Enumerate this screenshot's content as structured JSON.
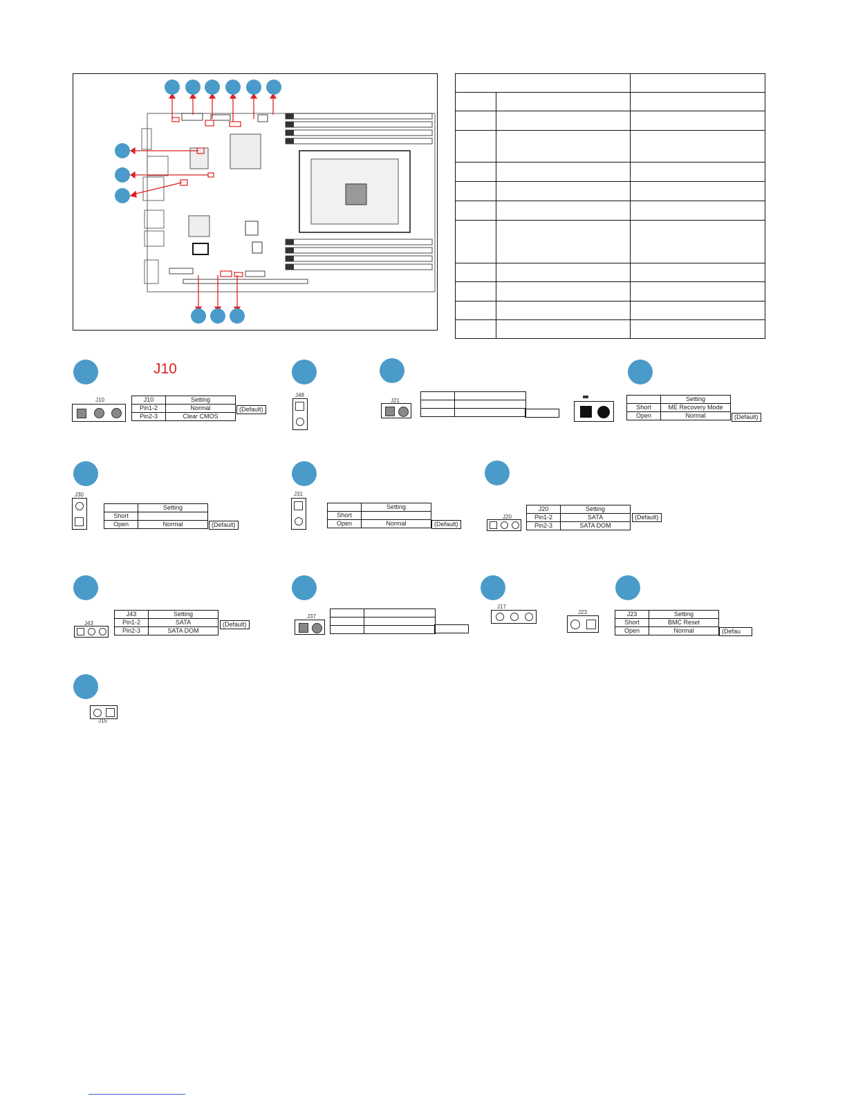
{
  "diagram": {
    "title_j10": "J10",
    "colors": {
      "marker": "#4a9bc9",
      "arrow": "#d22",
      "title": "#d22"
    }
  },
  "j10": {
    "silk": "J10",
    "header": [
      "J10",
      "Setting"
    ],
    "rows": [
      [
        "Pin1-2",
        "Normal"
      ],
      [
        "Pin2-3",
        "Clear CMOS"
      ]
    ],
    "default": "(Default)"
  },
  "j48": {
    "silk": "J48"
  },
  "j21": {
    "silk": "J21"
  },
  "me_recovery": {
    "header": [
      "",
      "Setting"
    ],
    "rows": [
      [
        "Short",
        "ME Recovery Mode"
      ],
      [
        "Open",
        "Normal"
      ]
    ],
    "default": "(Default)"
  },
  "j30": {
    "silk": "J30",
    "header": [
      "",
      "Setting"
    ],
    "rows": [
      [
        "Short",
        ""
      ],
      [
        "Open",
        "Normal"
      ]
    ],
    "default": "(Default)"
  },
  "j31": {
    "silk": "J31",
    "header": [
      "",
      "Setting"
    ],
    "rows": [
      [
        "Short",
        ""
      ],
      [
        "Open",
        "Normal"
      ]
    ],
    "default": "(Default)"
  },
  "j20": {
    "silk": "J20",
    "header": [
      "J20",
      "Setting"
    ],
    "rows": [
      [
        "Pin1-2",
        "SATA"
      ],
      [
        "Pin2-3",
        "SATA DOM"
      ]
    ],
    "default": "(Default)"
  },
  "j43": {
    "silk": "J43",
    "header": [
      "J43",
      "Setting"
    ],
    "rows": [
      [
        "Pin1-2",
        "SATA"
      ],
      [
        "Pin2-3",
        "SATA DOM"
      ]
    ],
    "default": "(Default)"
  },
  "j37": {
    "silk": "J37"
  },
  "j17": {
    "silk": "J17"
  },
  "j23": {
    "silk": "J23",
    "header": [
      "J23",
      "Setting"
    ],
    "rows": [
      [
        "Short",
        "BMC Reset"
      ],
      [
        "Open",
        "Normal"
      ]
    ],
    "default": "(Defau"
  },
  "j15": {
    "silk": "J15"
  }
}
